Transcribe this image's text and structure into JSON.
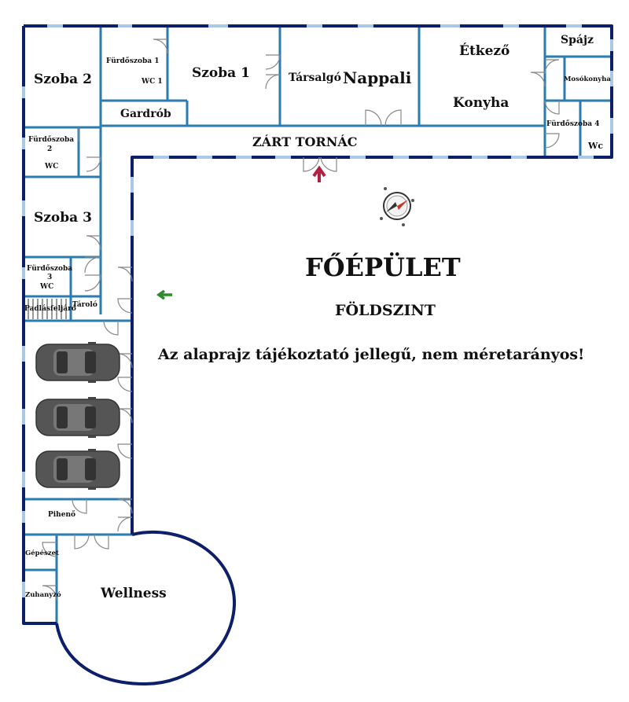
{
  "plan": {
    "title": "FŐÉPÜLET",
    "subtitle": "FÖLDSZINT",
    "note": "Az alaprajz tájékoztató jellegű, nem méretarányos!"
  },
  "rooms": {
    "szoba2": "Szoba 2",
    "furdo1": "Fürdőszoba 1",
    "wc1": "WC 1",
    "szoba1": "Szoba 1",
    "gardrob": "Gardrób",
    "tarsalgo": "Társalgó",
    "nappali": "Nappali",
    "etkezo": "Étkező",
    "konyha": "Konyha",
    "spajz": "Spájz",
    "mosokonyha": "Mosókonyha",
    "furdo4": "Fürdőszoba 4",
    "wc4": "Wc",
    "zart_tornac": "ZÁRT TORNÁC",
    "furdo2_a": "Fürdőszoba",
    "furdo2_b": "2",
    "wc2": "WC",
    "szoba3": "Szoba 3",
    "furdo3_a": "Fürdőszoba",
    "furdo3_b": "3",
    "wc3": "WC",
    "padlas": "Padlásfeljáró",
    "tarolo": "Tároló",
    "piheno": "Pihenő",
    "gepeszet": "Gépészet",
    "zuhanyzo": "Zuhanyzó",
    "wellness": "Wellness"
  },
  "colors": {
    "outer_wall": "#0d1f6b",
    "inner_wall": "#2a7bb0",
    "window": "#a9c9e6",
    "door": "#888888",
    "car_body": "#555555",
    "entry_arrow": "#b02040",
    "green_arrow": "#2e8b2e"
  },
  "icons": [
    "compass-icon",
    "entrance-arrow-icon",
    "garage-arrow-icon",
    "car-icon"
  ]
}
